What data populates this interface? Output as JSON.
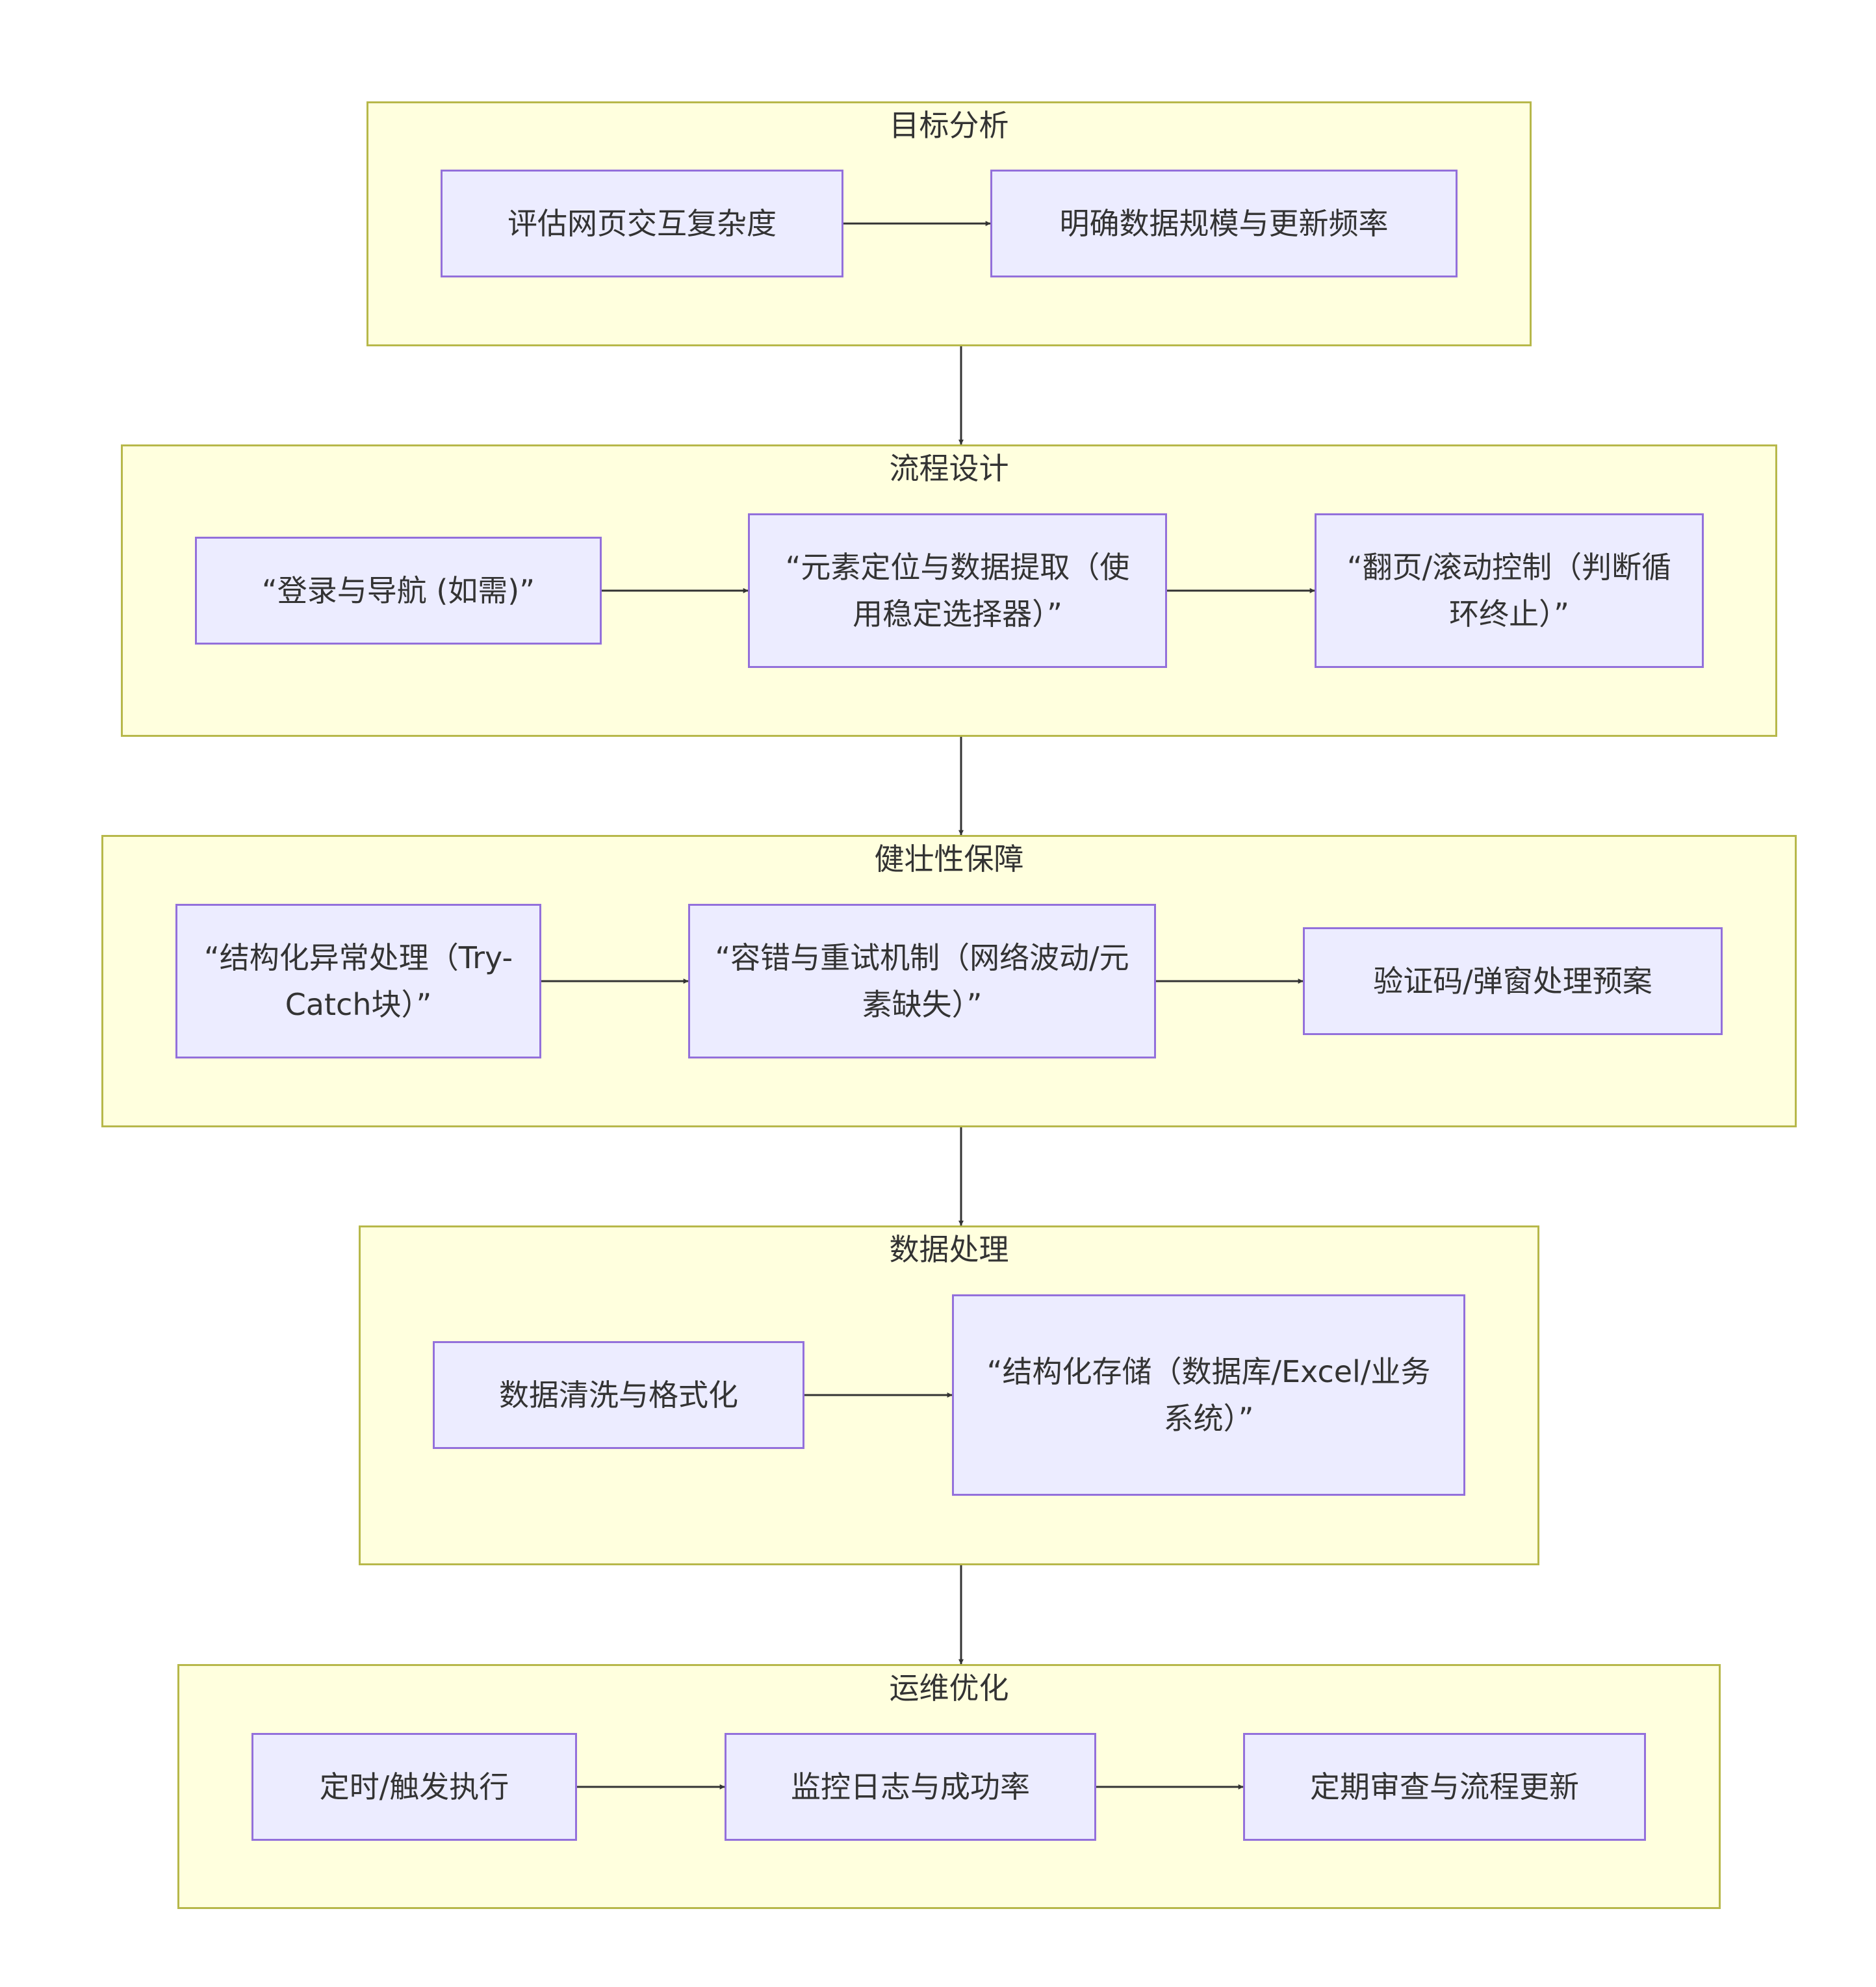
{
  "groups": [
    {
      "id": "target",
      "title": "目标分析",
      "nodes": [
        {
          "id": "n1",
          "label": "评估网页交互复杂度"
        },
        {
          "id": "n2",
          "label": "明确数据规模与更新频率"
        }
      ]
    },
    {
      "id": "flow",
      "title": "流程设计",
      "nodes": [
        {
          "id": "n3",
          "label": "“登录与导航 (如需)”"
        },
        {
          "id": "n4",
          "label": "“元素定位与数据提取（使用稳定选择器）”"
        },
        {
          "id": "n5",
          "label": "“翻页/滚动控制（判断循环终止）”"
        }
      ]
    },
    {
      "id": "robust",
      "title": "健壮性保障",
      "nodes": [
        {
          "id": "n6",
          "label": "“结构化异常处理（Try-Catch块）”"
        },
        {
          "id": "n7",
          "label": "“容错与重试机制（网络波动/元素缺失）”"
        },
        {
          "id": "n8",
          "label": "验证码/弹窗处理预案"
        }
      ]
    },
    {
      "id": "data",
      "title": "数据处理",
      "nodes": [
        {
          "id": "n9",
          "label": "数据清洗与格式化"
        },
        {
          "id": "n10",
          "label": "“结构化存储（数据库/Excel/业务系统）”"
        }
      ]
    },
    {
      "id": "ops",
      "title": "运维优化",
      "nodes": [
        {
          "id": "n11",
          "label": "定时/触发执行"
        },
        {
          "id": "n12",
          "label": "监控日志与成功率"
        },
        {
          "id": "n13",
          "label": "定期审查与流程更新"
        }
      ]
    }
  ],
  "edges": [
    {
      "from": "n1",
      "to": "n2"
    },
    {
      "from": "n3",
      "to": "n4"
    },
    {
      "from": "n4",
      "to": "n5"
    },
    {
      "from": "n6",
      "to": "n7"
    },
    {
      "from": "n7",
      "to": "n8"
    },
    {
      "from": "n9",
      "to": "n10"
    },
    {
      "from": "n11",
      "to": "n12"
    },
    {
      "from": "n12",
      "to": "n13"
    },
    {
      "from": "target",
      "to": "flow"
    },
    {
      "from": "flow",
      "to": "robust"
    },
    {
      "from": "robust",
      "to": "data"
    },
    {
      "from": "data",
      "to": "ops"
    }
  ]
}
